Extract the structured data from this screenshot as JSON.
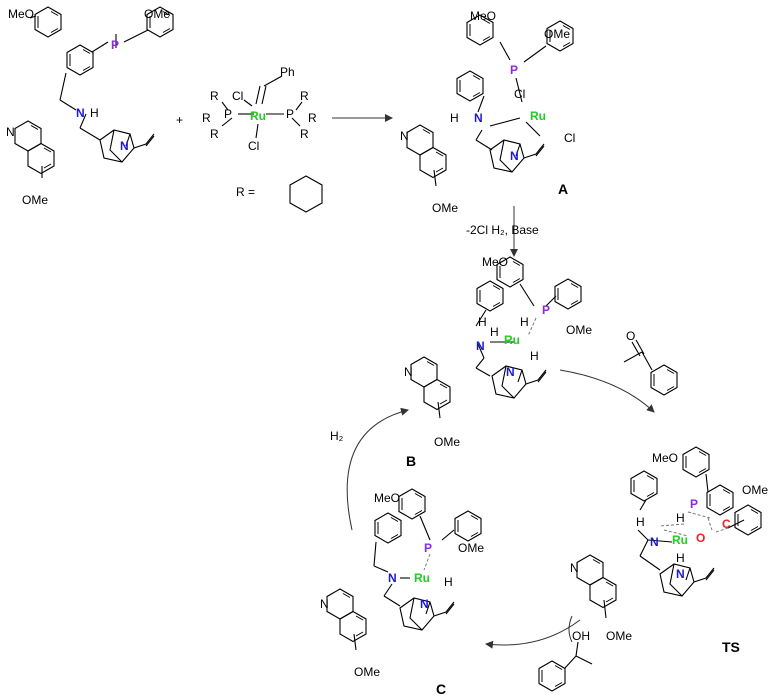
{
  "compounds": {
    "ligand": {
      "ome_top_left": "MeO",
      "ome_top_right": "OMe",
      "p": "P",
      "n": "N",
      "h": "H",
      "quinoline_n": "N",
      "bridge_n": "N",
      "ome_bottom": "OMe"
    },
    "plus": "+",
    "catalyst": {
      "cl_top": "Cl",
      "ph": "Ph",
      "ru": "Ru",
      "cl_bottom": "Cl",
      "p_left": "P",
      "p_right": "P",
      "r_labels": [
        "R",
        "R",
        "R",
        "R",
        "R",
        "R"
      ],
      "r_definition": "R ="
    },
    "A": {
      "label": "A",
      "meo": "MeO",
      "ome": "OMe",
      "p": "P",
      "cl1": "Cl",
      "ru": "Ru",
      "cl2": "Cl",
      "h": "H",
      "n": "N",
      "quin_n": "N",
      "bridge_n": "N",
      "ome_bottom": "OMe"
    },
    "B": {
      "label": "B",
      "meo": "MeO",
      "ome": "OMe",
      "p": "P",
      "h_upper": "H",
      "h_ru": "H",
      "h_n": "H",
      "n": "N",
      "ru": "Ru",
      "h_right": "H",
      "quin_n": "N",
      "bridge_n": "N",
      "ome_bottom": "OMe"
    },
    "TS": {
      "label": "TS",
      "meo": "MeO",
      "ome": "OMe",
      "p": "P",
      "h1": "H",
      "h2": "H",
      "c": "C",
      "o": "O",
      "n": "N",
      "ru": "Ru",
      "h3": "H",
      "quin_n": "N",
      "bridge_n": "N",
      "ome_bottom": "OMe"
    },
    "C": {
      "label": "C",
      "meo": "MeO",
      "ome": "OMe",
      "p": "P",
      "n": "N",
      "ru": "Ru",
      "h": "H",
      "quin_n": "N",
      "bridge_n": "N",
      "ome_bottom": "OMe"
    },
    "ketone": {
      "o": "O"
    },
    "alcohol": {
      "oh": "OH"
    }
  },
  "arrows": {
    "step_A_to_B": "-2Cl H₂, Base",
    "h2_label": "H₂"
  }
}
